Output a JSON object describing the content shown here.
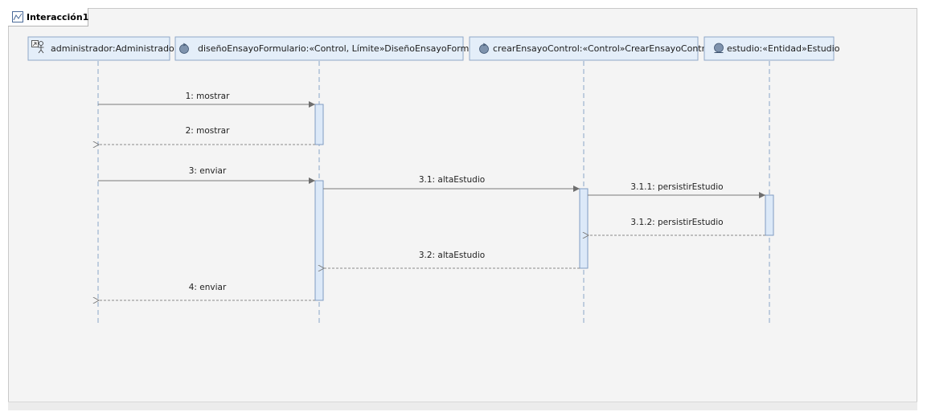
{
  "frame": {
    "title": "Interacción1"
  },
  "lifelines": [
    {
      "id": "admin",
      "label": "administrador:Administrador",
      "icon": "actor-icon"
    },
    {
      "id": "form",
      "label": "diseñoEnsayoFormulario:«Control, Límite»DiseñoEnsayoFormulario",
      "icon": "control-icon"
    },
    {
      "id": "ctrl",
      "label": "crearEnsayoControl:«Control»CrearEnsayoControl",
      "icon": "control-icon"
    },
    {
      "id": "ent",
      "label": "estudio:«Entidad»Estudio",
      "icon": "entity-icon"
    }
  ],
  "messages": [
    {
      "label": "1: mostrar",
      "from": "admin",
      "to": "form",
      "kind": "sync"
    },
    {
      "label": "2: mostrar",
      "from": "form",
      "to": "admin",
      "kind": "return"
    },
    {
      "label": "3: enviar",
      "from": "admin",
      "to": "form",
      "kind": "sync"
    },
    {
      "label": "3.1: altaEstudio",
      "from": "form",
      "to": "ctrl",
      "kind": "sync"
    },
    {
      "label": "3.1.1: persistirEstudio",
      "from": "ctrl",
      "to": "ent",
      "kind": "sync"
    },
    {
      "label": "3.1.2: persistirEstudio",
      "from": "ent",
      "to": "ctrl",
      "kind": "return"
    },
    {
      "label": "3.2: altaEstudio",
      "from": "ctrl",
      "to": "form",
      "kind": "return"
    },
    {
      "label": "4: enviar",
      "from": "form",
      "to": "admin",
      "kind": "return"
    }
  ]
}
